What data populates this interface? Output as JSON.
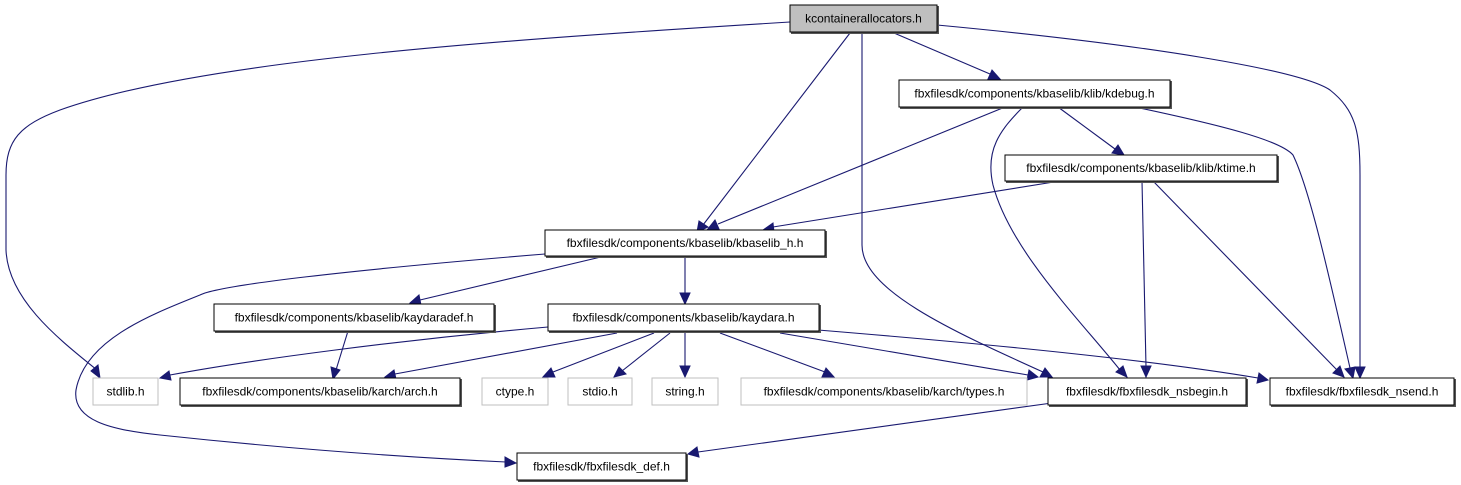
{
  "diagram": {
    "type": "include-dependency-graph",
    "colors": {
      "edge": "#191970",
      "root_fill": "#bfbfbf",
      "node_border": "#000000",
      "system_border": "#bfbfbf"
    },
    "nodes": [
      {
        "id": "root",
        "label": "kcontainerallocators.h",
        "kind": "root"
      },
      {
        "id": "kdebug",
        "label": "fbxfilesdk/components/kbaselib/klib/kdebug.h",
        "kind": "local"
      },
      {
        "id": "ktime",
        "label": "fbxfilesdk/components/kbaselib/klib/ktime.h",
        "kind": "local"
      },
      {
        "id": "kbaselib",
        "label": "fbxfilesdk/components/kbaselib/kbaselib_h.h",
        "kind": "local"
      },
      {
        "id": "kaydaradef",
        "label": "fbxfilesdk/components/kbaselib/kaydaradef.h",
        "kind": "local"
      },
      {
        "id": "kaydara",
        "label": "fbxfilesdk/components/kbaselib/kaydara.h",
        "kind": "local"
      },
      {
        "id": "stdlib",
        "label": "stdlib.h",
        "kind": "system"
      },
      {
        "id": "arch",
        "label": "fbxfilesdk/components/kbaselib/karch/arch.h",
        "kind": "local"
      },
      {
        "id": "ctype",
        "label": "ctype.h",
        "kind": "system"
      },
      {
        "id": "stdio",
        "label": "stdio.h",
        "kind": "system"
      },
      {
        "id": "string",
        "label": "string.h",
        "kind": "system"
      },
      {
        "id": "types",
        "label": "fbxfilesdk/components/kbaselib/karch/types.h",
        "kind": "system"
      },
      {
        "id": "nsbegin",
        "label": "fbxfilesdk/fbxfilesdk_nsbegin.h",
        "kind": "local"
      },
      {
        "id": "nsend",
        "label": "fbxfilesdk/fbxfilesdk_nsend.h",
        "kind": "local"
      },
      {
        "id": "def",
        "label": "fbxfilesdk/fbxfilesdk_def.h",
        "kind": "local"
      }
    ],
    "edges": [
      {
        "from": "root",
        "to": "stdlib"
      },
      {
        "from": "root",
        "to": "kbaselib"
      },
      {
        "from": "root",
        "to": "nsbegin"
      },
      {
        "from": "root",
        "to": "kdebug"
      },
      {
        "from": "root",
        "to": "nsend"
      },
      {
        "from": "kdebug",
        "to": "kbaselib"
      },
      {
        "from": "kdebug",
        "to": "ktime"
      },
      {
        "from": "kdebug",
        "to": "nsbegin"
      },
      {
        "from": "kdebug",
        "to": "nsend"
      },
      {
        "from": "ktime",
        "to": "kbaselib"
      },
      {
        "from": "ktime",
        "to": "nsbegin"
      },
      {
        "from": "ktime",
        "to": "nsend"
      },
      {
        "from": "kbaselib",
        "to": "kaydaradef"
      },
      {
        "from": "kbaselib",
        "to": "kaydara"
      },
      {
        "from": "kbaselib",
        "to": "def"
      },
      {
        "from": "kaydaradef",
        "to": "arch"
      },
      {
        "from": "kaydara",
        "to": "stdlib"
      },
      {
        "from": "kaydara",
        "to": "arch"
      },
      {
        "from": "kaydara",
        "to": "ctype"
      },
      {
        "from": "kaydara",
        "to": "stdio"
      },
      {
        "from": "kaydara",
        "to": "string"
      },
      {
        "from": "kaydara",
        "to": "types"
      },
      {
        "from": "kaydara",
        "to": "nsbegin"
      },
      {
        "from": "kaydara",
        "to": "nsend"
      },
      {
        "from": "nsbegin",
        "to": "def"
      }
    ]
  }
}
